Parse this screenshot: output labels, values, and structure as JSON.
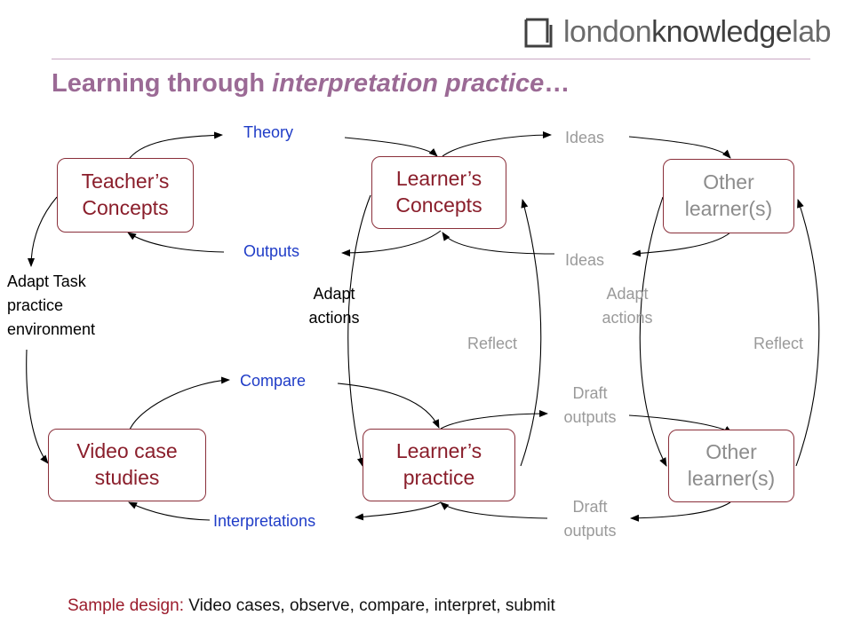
{
  "logo": {
    "part1": "london",
    "part2": "knowledge",
    "part3": "lab",
    "icon": "logo-bracket-icon"
  },
  "title": {
    "prefix": "Learning through ",
    "emph": "interpretation practice",
    "suffix": "…"
  },
  "nodes": {
    "teachers_concepts": "Teacher’s Concepts",
    "learners_concepts": "Learner’s Concepts",
    "other_learners_top": "Other learner(s)",
    "video_case_studies": "Video case studies",
    "learners_practice": "Learner’s practice",
    "other_learners_bottom": "Other learner(s)"
  },
  "labels": {
    "theory": "Theory",
    "outputs": "Outputs",
    "ideas_top": "Ideas",
    "ideas_bottom": "Ideas",
    "adapt_task": "Adapt Task practice environment",
    "adapt_actions_1": "Adapt actions",
    "adapt_actions_2": "Adapt actions",
    "reflect_1": "Reflect",
    "reflect_2": "Reflect",
    "compare": "Compare",
    "interpretations": "Interpretations",
    "draft_outputs_top": "Draft outputs",
    "draft_outputs_bottom": "Draft outputs"
  },
  "footer": {
    "key": "Sample design:",
    "value": " Video cases, observe, compare, interpret, submit"
  },
  "colors": {
    "accent": "#9b6a95",
    "node_border": "#8a2f3a",
    "red_text": "#8a1e2b",
    "blue_text": "#1f3cc7",
    "grey_text": "#9a9a9a"
  }
}
